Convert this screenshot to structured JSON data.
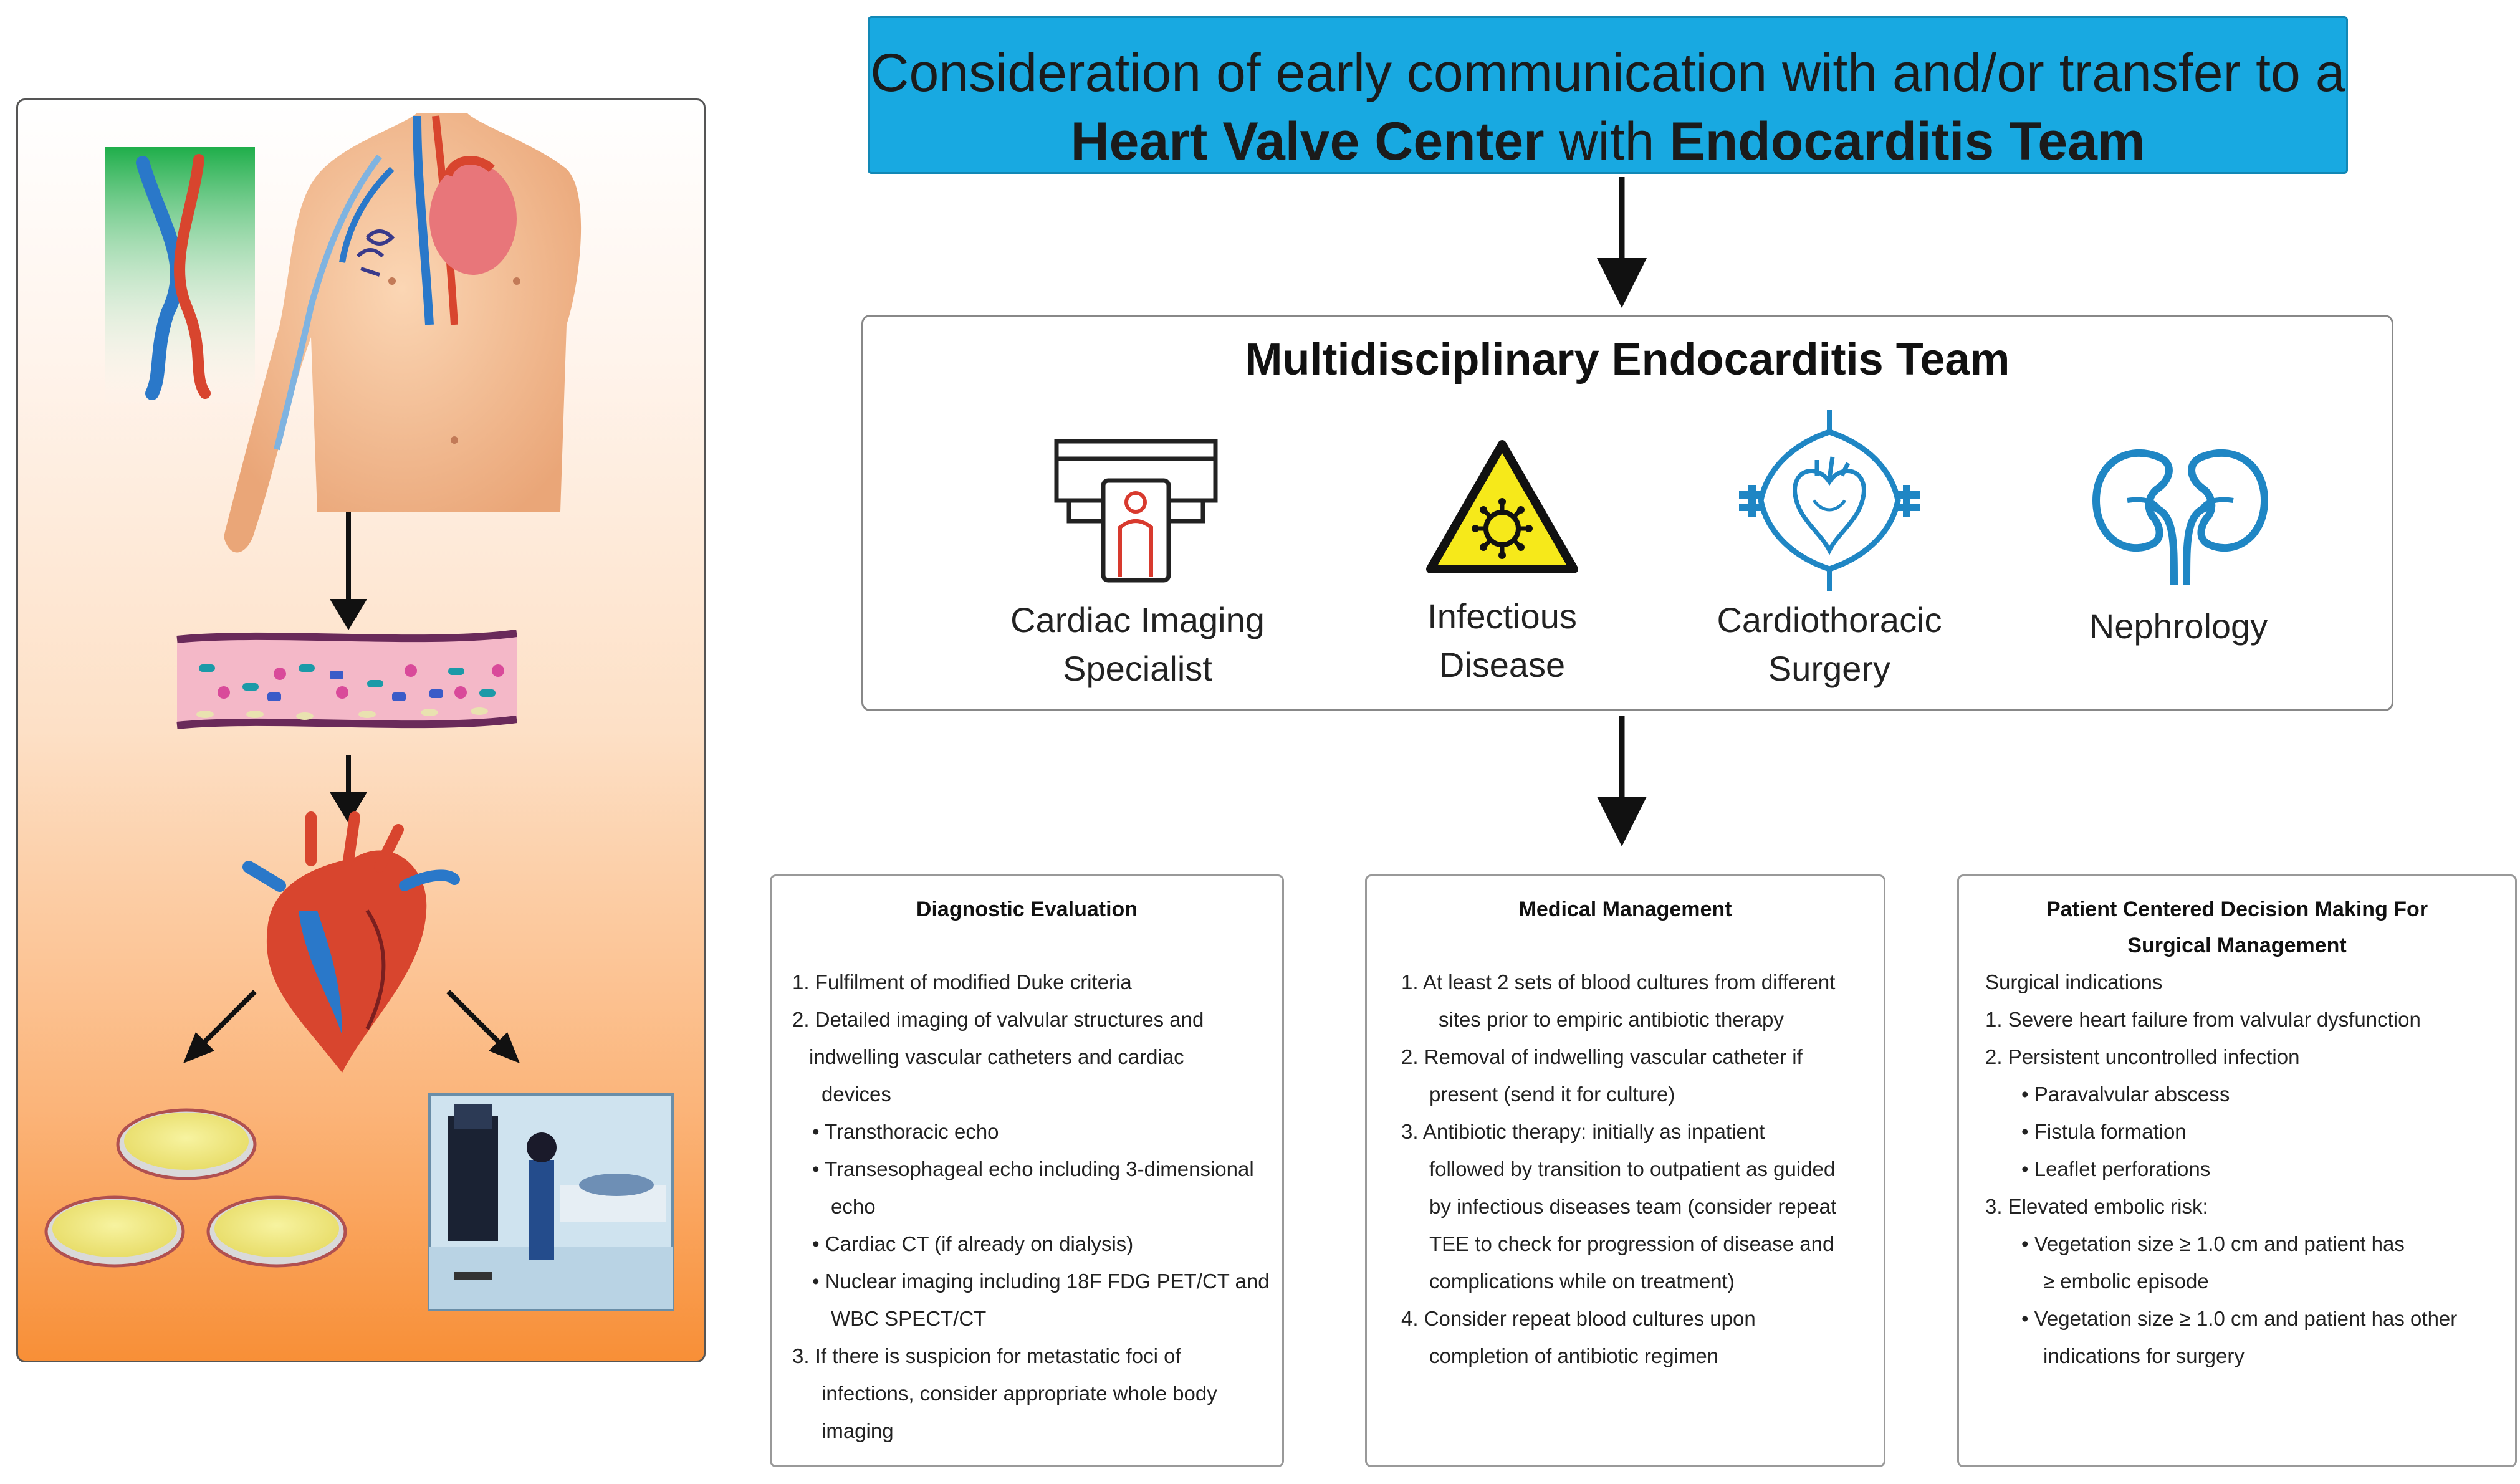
{
  "banner": {
    "line1": "Consideration of early communication with and/or transfer to a",
    "line2_bold_a": "Heart Valve Center",
    "line2_mid": " with ",
    "line2_bold_b": "Endocarditis Team"
  },
  "team": {
    "title": "Multidisciplinary Endocarditis Team",
    "members": [
      {
        "line1": "Cardiac Imaging",
        "line2": "Specialist",
        "icon": "cardiac-imaging-icon"
      },
      {
        "line1": "Infectious",
        "line2": "Disease",
        "icon": "biohazard-icon"
      },
      {
        "line1": "Cardiothoracic",
        "line2": "Surgery",
        "icon": "heart-surgery-icon"
      },
      {
        "line1": "Nephrology",
        "line2": "",
        "icon": "kidney-icon"
      }
    ]
  },
  "diagnostic": {
    "title": "Diagnostic Evaluation",
    "lines": [
      "1.   Fulfilment of modified Duke criteria",
      "2.   Detailed imaging of valvular structures and",
      "indwelling vascular catheters and cardiac",
      "devices",
      "•  Transthoracic echo",
      "•  Transesophageal echo including 3-dimensional",
      "echo",
      "•  Cardiac CT (if already on dialysis)",
      "•  Nuclear imaging including 18F FDG PET/CT and",
      "WBC SPECT/CT",
      "3.   If there is suspicion for metastatic foci of",
      "infections, consider appropriate whole body",
      "imaging"
    ]
  },
  "medical": {
    "title": "Medical Management",
    "lines": [
      "1.   At least 2 sets of blood cultures from different",
      "sites prior to empiric antibiotic therapy",
      "2.   Removal of indwelling vascular catheter if",
      "present (send it for culture)",
      "3.   Antibiotic therapy: initially as inpatient",
      "followed by transition to outpatient as guided",
      "by infectious diseases team (consider repeat",
      "TEE to check for progression of disease and",
      "complications while on treatment)",
      "4.   Consider repeat blood cultures upon",
      "completion of antibiotic regimen"
    ]
  },
  "surgical": {
    "title_line1": "Patient Centered Decision Making For",
    "title_line2": "Surgical Management",
    "lines": [
      "Surgical indications",
      "1.   Severe heart failure from valvular dysfunction",
      "2.   Persistent uncontrolled infection",
      "•  Paravalvular abscess",
      "•  Fistula formation",
      "•  Leaflet perforations",
      "3.   Elevated embolic risk:",
      "•  Vegetation size ≥ 1.0 cm and patient has",
      "≥ embolic episode",
      "•  Vegetation size ≥ 1.0 cm and patient has other",
      "indications for surgery"
    ]
  },
  "colors": {
    "banner": "#18a9e1",
    "icon_blue": "#1f86c4",
    "hazard_yellow": "#f6e91a",
    "panel_orange": "#f88f37"
  }
}
